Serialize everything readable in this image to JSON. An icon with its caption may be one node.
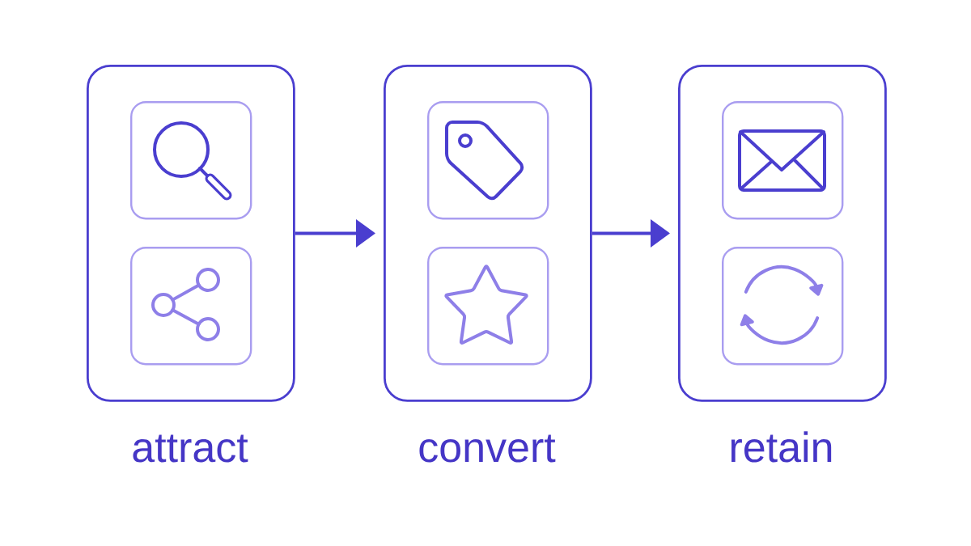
{
  "diagram": {
    "nodes": [
      {
        "text": [
          "attract"
        ]
      },
      {
        "text": [],
        "shape": "box",
        "in": 0
      },
      {
        "text": [],
        "shape": "box",
        "in": 0
      },
      {
        "text": [
          "convert"
        ]
      },
      {
        "text": [],
        "shape": "box",
        "in": 3
      },
      {
        "text": [],
        "shape": "box",
        "in": 3
      },
      {
        "text": [
          "retain"
        ]
      },
      {
        "text": [],
        "shape": "box",
        "in": 6
      },
      {
        "text": [],
        "shape": "box",
        "in": 6
      }
    ],
    "edges": [
      {
        "from": 0,
        "to": 3,
        "arrow": "to"
      },
      {
        "from": 3,
        "to": 6,
        "arrow": "to"
      }
    ]
  }
}
